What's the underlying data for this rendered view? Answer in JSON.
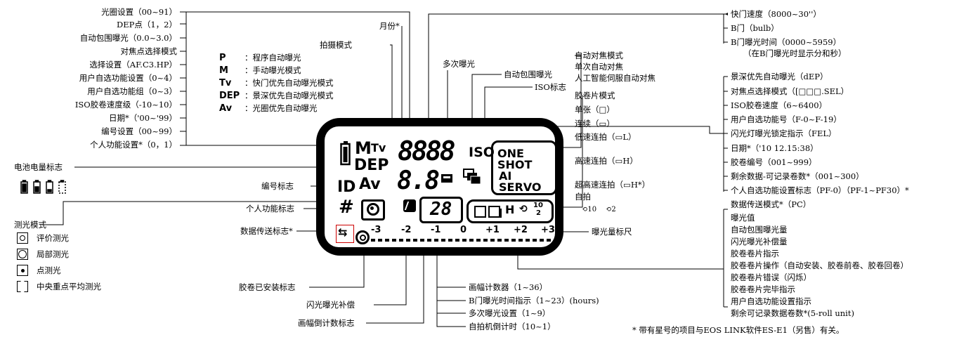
{
  "left_top_labels": [
    "光圈设置（00~91）",
    "DEP点（1，2）",
    "自动包围曝光（0.0~3.0）",
    "对焦点选择模式",
    "选择设置（AF.C3.HP）",
    "用户自选功能设置（0~4）",
    "用户自选功能组（0~3）",
    "ISO胶卷速度级（-10~10）",
    "日期*（'00~'99）",
    "编号设置（00~99）",
    "个人功能设置*（0，1）"
  ],
  "shooting_modes": {
    "title": "拍摄模式",
    "items": [
      {
        "sym": "P",
        "desc": "：程序自动曝光"
      },
      {
        "sym": "M",
        "desc": "：手动曝光模式"
      },
      {
        "sym": "Tv",
        "desc": "：快门优先自动曝光模式"
      },
      {
        "sym": "DEP",
        "desc": "：景深优先自动曝光模式"
      },
      {
        "sym": "Av",
        "desc": "：光圈优先自动曝光"
      }
    ]
  },
  "month_label": "月份*",
  "multi_exposure_label": "多次曝光",
  "auto_bracket_label": "自动包围曝光",
  "iso_label": "ISO标志",
  "battery_label": "电池电量标志",
  "frame_counter_icon_label": "编号标志",
  "custom_function_label": "个人功能标志",
  "data_transfer_label": "数据传送标志*",
  "metering": {
    "title": "测光模式",
    "items": [
      "评价测光",
      "局部测光",
      "点测光",
      "中央重点平均测光"
    ]
  },
  "bottom_labels": {
    "film_loaded": "胶卷已安装标志",
    "flash_comp": "闪光曝光补偿",
    "frame_countdown": "画幅倒计数标志"
  },
  "counter_labels": [
    "画幅计数器（1~36）",
    "B门曝光时间指示（1~23）(hours)",
    "多次曝光设置（1~9）",
    "自拍机倒计时（10~1）"
  ],
  "af_mode": {
    "title": "自动对焦模式",
    "items": [
      "单次自动对焦",
      "人工智能伺服自动对焦"
    ]
  },
  "drive_mode": {
    "title": "胶卷片模式",
    "items": [
      "单张（□）",
      "连续（▭）",
      "低速连拍（▭L）",
      "高速连拍（▭H）",
      "超高速连拍（▭H*）",
      "自拍"
    ],
    "self_timer_values": [
      "⟲10",
      "⟲2"
    ]
  },
  "meter_scale_label": "曝光量标尺",
  "right_top_labels": [
    "快门速度（8000~30''）",
    "B门（bulb）",
    "B门曝光时间（0000~5959）",
    "（在B门曝光时显示分和秒）"
  ],
  "right_mid_labels": [
    "景深优先自动曝光（dEP）",
    "对焦点选择模式（[□□□.SEL）",
    "ISO胶卷速度（6~6400）",
    "用户自选功能号（F-0~F-19）",
    "闪光灯曝光锁定指示（FEL）",
    "日期*（'10 12.15:38）",
    "胶卷编号（001~999）",
    "剩余数据-可记录卷数*（001~300）",
    "个人自选功能设置标志（PF-0）（PF-1~PF30）*",
    "数据传送模式*（PC）"
  ],
  "right_bottom_labels": [
    "曝光值",
    "自动包围曝光量",
    "闪光曝光补偿量",
    "胶卷卷片指示",
    "胶卷卷片操作（自动安装、胶卷前卷、胶卷回卷）",
    "胶卷卷片错误（闪烁）",
    "胶卷卷片完毕指示",
    "用户自选功能设置指示",
    "剩余可记录数据卷数*(5-roll unit)"
  ],
  "footnote": "* 带有星号的项目与EOS LINK软件ES-E1（另售）有关。",
  "lcd": {
    "mode_m": "M",
    "mode_tv": "Tv",
    "mode_dep": "DEP",
    "mode_av": "Av",
    "digits_main": "8888",
    "digits_small": "8.8",
    "iso": "ISO",
    "one_shot": "ONE SHOT",
    "ai_servo": "AI SERVO",
    "id": "ID",
    "hash": "#",
    "counter": "28",
    "scale_marks": [
      "-3",
      "-2",
      "-1",
      "0",
      "+1",
      "+2",
      "+3"
    ]
  }
}
